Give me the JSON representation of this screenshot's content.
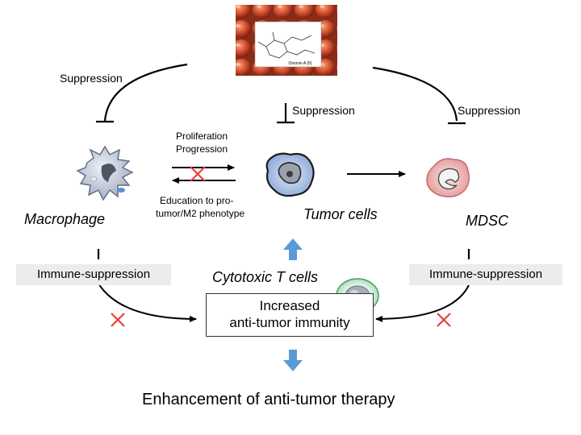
{
  "photo": {
    "structure_caption": "Onionin A (II)"
  },
  "labels": {
    "suppression_left": "Suppression",
    "suppression_center": "Suppression",
    "suppression_right": "Suppression",
    "proliferation": "Proliferation",
    "progression": "Progression",
    "education_line1": "Education to pro-",
    "education_line2": "tumor/M2 phenotype",
    "macrophage": "Macrophage",
    "tumor_cells": "Tumor cells",
    "mdsc": "MDSC",
    "cytotoxic_t_cells": "Cytotoxic T cells",
    "immune_suppression_left": "Immune-suppression",
    "immune_suppression_right": "Immune-suppression",
    "result_line1": "Increased",
    "result_line2": "anti-tumor immunity",
    "bottom": "Enhancement of anti-tumor therapy"
  },
  "colors": {
    "inhibit_mark": "#e8403a",
    "up_down_arrow": "#5b9bd5",
    "grey_box": "#ececec",
    "macrophage_fill": "#bfc8d8",
    "tumor_fill": "#a9bfe3",
    "mdsc_fill": "#f2c2c2",
    "t_cell_fill": "#b9e6c8"
  }
}
